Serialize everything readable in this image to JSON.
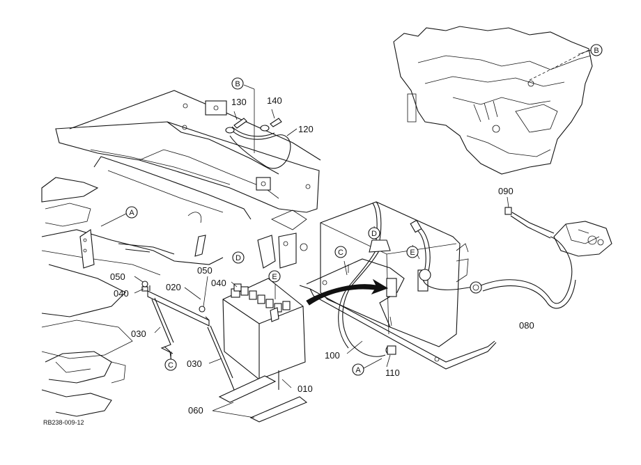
{
  "part_numbers": {
    "p010": "010",
    "p020": "020",
    "p030_left": "030",
    "p030_bottom": "030",
    "p040_left": "040",
    "p040_right": "040",
    "p050_left": "050",
    "p050_right": "050",
    "p060": "060",
    "p080": "080",
    "p090": "090",
    "p100": "100",
    "p110": "110",
    "p120": "120",
    "p130": "130",
    "p140": "140"
  },
  "reference_markers": {
    "a_frame": "A",
    "a_bottom": "A",
    "b_top": "B",
    "b_engine": "B",
    "c_left": "C",
    "c_tray": "C",
    "d_mid": "D",
    "d_tray": "D",
    "e_battery": "E",
    "e_tray": "E"
  },
  "figure_code": "RB238-009-12"
}
